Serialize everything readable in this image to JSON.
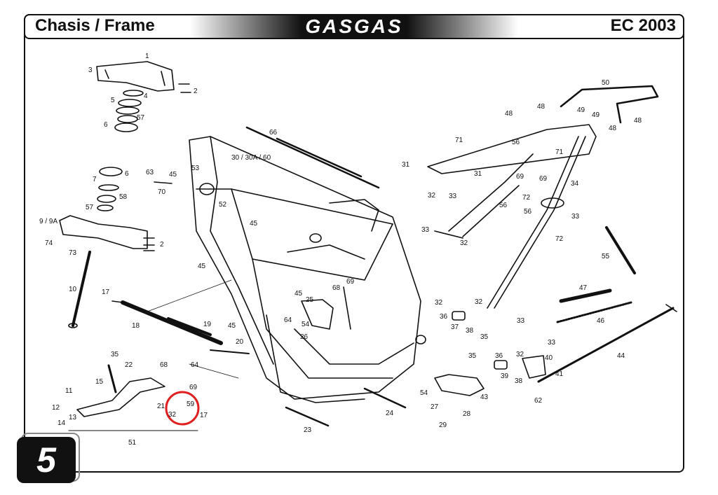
{
  "header": {
    "title": "Chasis / Frame",
    "brand": "GASGAS",
    "model": "EC 2003"
  },
  "page_number": "5",
  "highlight": {
    "color": "#e02020"
  },
  "callouts": {
    "c1": "1",
    "c2a": "2",
    "c2b": "2",
    "c3": "3",
    "c4": "4",
    "c5": "5",
    "c6a": "6",
    "c6b": "6",
    "c7": "7",
    "c57a": "57",
    "c57b": "57",
    "c58": "58",
    "c9": "9 / 9A",
    "c74": "74",
    "c73": "73",
    "c10": "10",
    "c63": "63",
    "c45a": "45",
    "c70": "70",
    "c53": "53",
    "c52": "52",
    "c66": "66",
    "c30": "30 / 30A / 60",
    "c45b": "45",
    "c45c": "45",
    "c45d": "45",
    "c45e": "45",
    "c17a": "17",
    "c18": "18",
    "c19": "19",
    "c20": "20",
    "c35a": "35",
    "c22": "22",
    "c68a": "68",
    "c15": "15",
    "c11": "11",
    "c12": "12",
    "c14": "14",
    "c13": "13",
    "c21": "21",
    "c59": "59",
    "c32a": "32",
    "c17b": "17",
    "c69a": "69",
    "c64a": "64",
    "c51": "51",
    "c68b": "68",
    "c69b": "69",
    "c25": "25",
    "c54a": "54",
    "c26": "26",
    "c64b": "64",
    "c23": "23",
    "c24": "24",
    "c50": "50",
    "c48a": "48",
    "c49a": "49",
    "c48b": "48",
    "c49b": "49",
    "c48c": "48",
    "c48d": "48",
    "c71a": "71",
    "c56a": "56",
    "c71b": "71",
    "c31a": "31",
    "c31b": "31",
    "c32b": "32",
    "c33a": "33",
    "c69c": "69",
    "c72a": "72",
    "c56b": "56",
    "c69d": "69",
    "c34": "34",
    "c33b": "33",
    "c33c": "33",
    "c32c": "32",
    "c56c": "56",
    "c72b": "72",
    "c55": "55",
    "c47": "47",
    "c46": "46",
    "c32d": "32",
    "c36a": "36",
    "c37": "37",
    "c38a": "38",
    "c35b": "35",
    "c32e": "32",
    "c33d": "33",
    "c35c": "35",
    "c36b": "36",
    "c32f": "32",
    "c40": "40",
    "c39": "39",
    "c38b": "38",
    "c33e": "33",
    "c44": "44",
    "c41": "41",
    "c62": "62",
    "c54b": "54",
    "c27": "27",
    "c29": "29",
    "c28": "28",
    "c43": "43"
  }
}
